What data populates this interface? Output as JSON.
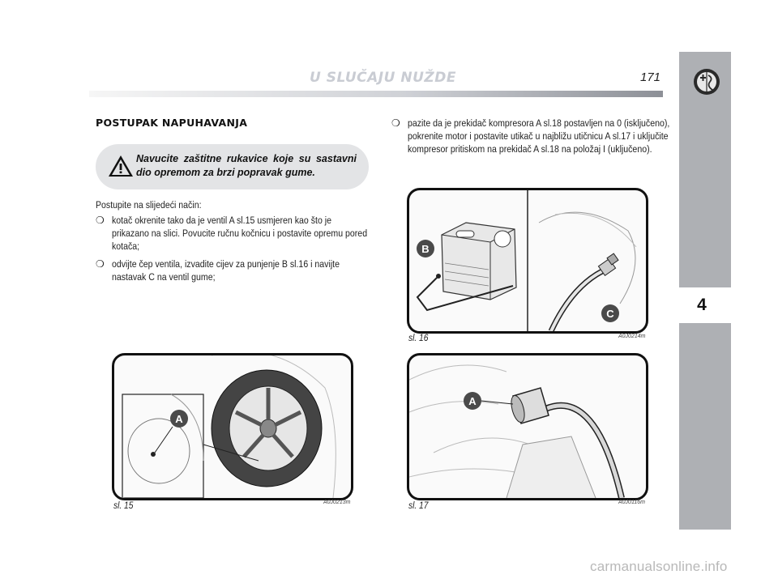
{
  "header": {
    "title": "U SLUČAJU NUŽDE",
    "page_number": "171"
  },
  "chapter_tab": {
    "number": "4"
  },
  "section": {
    "heading": "POSTUPAK NAPUHAVANJA",
    "warning": "Navucite zaštitne rukavice koje su sastavni dio opremom za brzi popravak gume.",
    "intro": "Postupite na slijedeći način:",
    "bullets": [
      "kotač okrenite tako da je ventil A sl.15   usmjeren kao što je prikazano na slici. Povucite ručnu kočnicu i postavite opremu pored kotača;",
      "odvijte čep ventila, izvadite cijev za punjenje B sl.16   i navijte nastavak C na ventil gume;",
      "pazite da je prekidač kompresora A sl.18   postavljen na 0 (isključeno), pokrenite motor i postavite utikač u najbližu utičnicu A sl.17   i uključite kompresor pritiskom na prekidač A sl.18   na položaj I (uključeno)."
    ],
    "bullet_symbol": "❍"
  },
  "figures": {
    "fig15": {
      "caption": "sl. 15",
      "code": "A0J0213m",
      "labels": [
        "A"
      ]
    },
    "fig16": {
      "caption": "sl. 16",
      "code": "A0J0214m",
      "labels": [
        "B",
        "C"
      ]
    },
    "fig17": {
      "caption": "sl. 17",
      "code": "A0J0116m",
      "labels": [
        "A"
      ]
    }
  },
  "watermark": "carmanualsonline.info",
  "icons": {
    "warning": "warning-triangle-icon",
    "logo": "alfa-romeo-logo-icon"
  },
  "colors": {
    "side_tab": "#aeb0b4",
    "header_title": "#c9ccd3",
    "label_badge": "#4a4a4a"
  }
}
